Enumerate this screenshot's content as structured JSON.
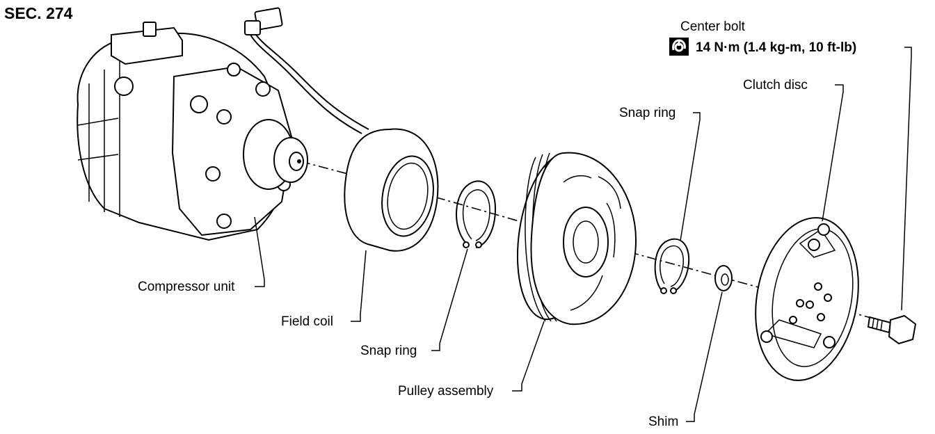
{
  "section": "SEC. 274",
  "torque": {
    "icon": "torque-wrench-icon",
    "value": "14 N·m (1.4 kg-m, 10 ft-lb)"
  },
  "labels": {
    "center_bolt": "Center bolt",
    "clutch_disc": "Clutch disc",
    "snap_ring_upper": "Snap ring",
    "compressor_unit": "Compressor unit",
    "field_coil": "Field coil",
    "snap_ring_lower": "Snap ring",
    "pulley_assembly": "Pulley assembly",
    "shim": "Shim"
  }
}
